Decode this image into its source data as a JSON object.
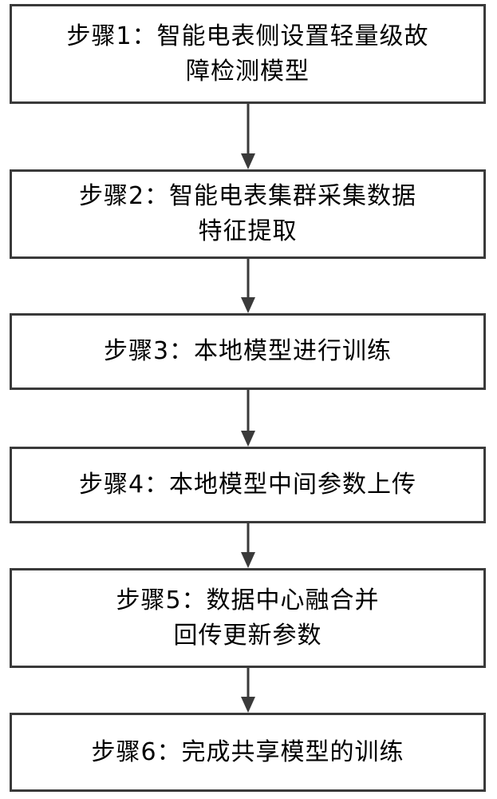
{
  "steps": [
    {
      "lines": [
        "步骤1：智能电表侧设置轻量级故",
        "障检测模型"
      ]
    },
    {
      "lines": [
        "步骤2：智能电表集群采集数据",
        "特征提取"
      ]
    },
    {
      "lines": [
        "步骤3：本地模型进行训练"
      ]
    },
    {
      "lines": [
        "步骤4：本地模型中间参数上传"
      ]
    },
    {
      "lines": [
        "步骤5：数据中心融合并",
        "回传更新参数"
      ]
    },
    {
      "lines": [
        "步骤6：完成共享模型的训练"
      ]
    }
  ],
  "colors": {
    "border": "#3a3a3a",
    "arrow": "#3a3a3a",
    "background": "#ffffff"
  }
}
